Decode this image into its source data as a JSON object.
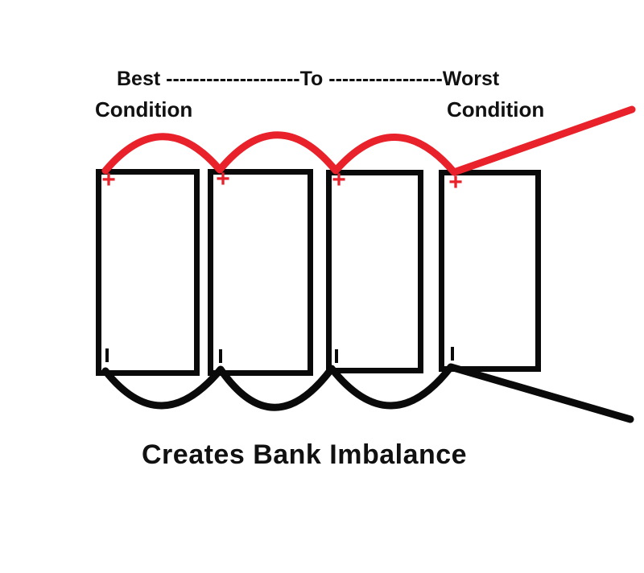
{
  "diagram": {
    "top_label_line1": "Best --------------------To -----------------Worst",
    "top_label_left_line2": "Condition",
    "top_label_right_line2": "Condition",
    "caption": "Creates Bank Imbalance",
    "positive_symbol": "+",
    "batteries": [
      {
        "id": "battery-1",
        "condition": "best"
      },
      {
        "id": "battery-2",
        "condition": "middle"
      },
      {
        "id": "battery-3",
        "condition": "middle"
      },
      {
        "id": "battery-4",
        "condition": "worst"
      }
    ],
    "colors": {
      "positive_wire": "#e8212a",
      "negative_wire": "#0a0a0a",
      "battery_outline": "#0a0a0a",
      "text": "#111111",
      "background": "#ffffff"
    }
  }
}
